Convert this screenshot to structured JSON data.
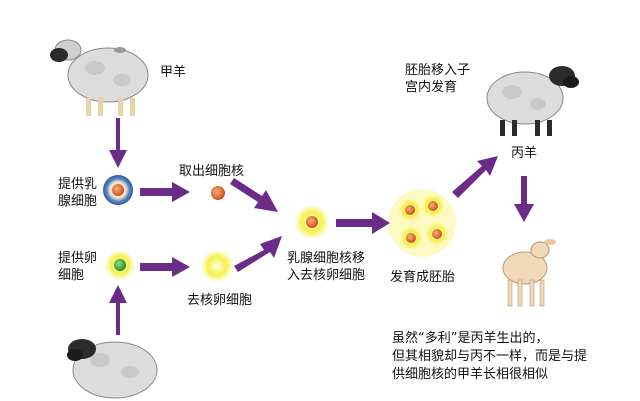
{
  "labels": {
    "sheep_a": "甲羊",
    "donor_mammary": "提供乳\n腺细胞",
    "extract_nucleus": "取出细胞核",
    "donor_egg": "提供卵\n细胞",
    "enucleated_egg": "去核卵细胞",
    "nucleus_transfer": "乳腺细胞核移\n入去核卵细胞",
    "develop_embryo": "发育成胚胎",
    "embryo_to_uterus": "胚胎移入子\n宫内发育",
    "sheep_c": "丙羊",
    "note": "虽然“多利”是丙羊生出的，\n但其相貌却与丙不一样，而是与提\n供细胞核的甲羊长相很相似"
  },
  "colors": {
    "arrow": "#6a2c86",
    "cell_yellow": "#f2ef1a",
    "cell_glow": "#fbf8a8",
    "nucleus_orange": "#e0652a",
    "mammary_blue": "#3e6fb0",
    "egg_green": "#2c9a3a",
    "wool": "#dcdcdc",
    "face": "#2b2b2b",
    "lamb": "#f0d8b8"
  },
  "icons": [
    "sheep-icon",
    "cell-icon",
    "nucleus-icon",
    "arrow-icon",
    "lamb-icon"
  ]
}
